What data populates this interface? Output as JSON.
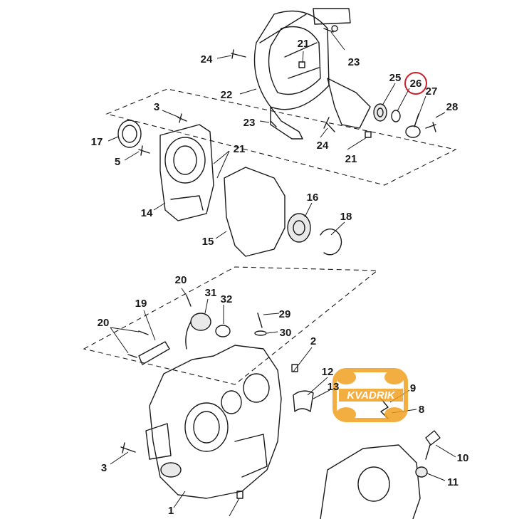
{
  "diagram": {
    "labels": {
      "p1": "1",
      "p2": "2",
      "p3a": "3",
      "p3b": "3",
      "p5": "5",
      "p8": "8",
      "p9": "9",
      "p10": "10",
      "p11": "11",
      "p12": "12",
      "p13": "13",
      "p14": "14",
      "p15": "15",
      "p16": "16",
      "p17": "17",
      "p18": "18",
      "p19": "19",
      "p20a": "20",
      "p20b": "20",
      "p21a": "21",
      "p21b": "21",
      "p21c": "21",
      "p22": "22",
      "p23a": "23",
      "p23b": "23",
      "p24a": "24",
      "p24b": "24",
      "p25": "25",
      "p26": "26",
      "p27": "27",
      "p28": "28",
      "p29": "29",
      "p30": "30",
      "p31": "31",
      "p32": "32"
    },
    "highlight": {
      "part": "26",
      "color": "#cc1f2a"
    },
    "watermark": {
      "text": "KVADRIK",
      "color": "#f0a020"
    }
  }
}
